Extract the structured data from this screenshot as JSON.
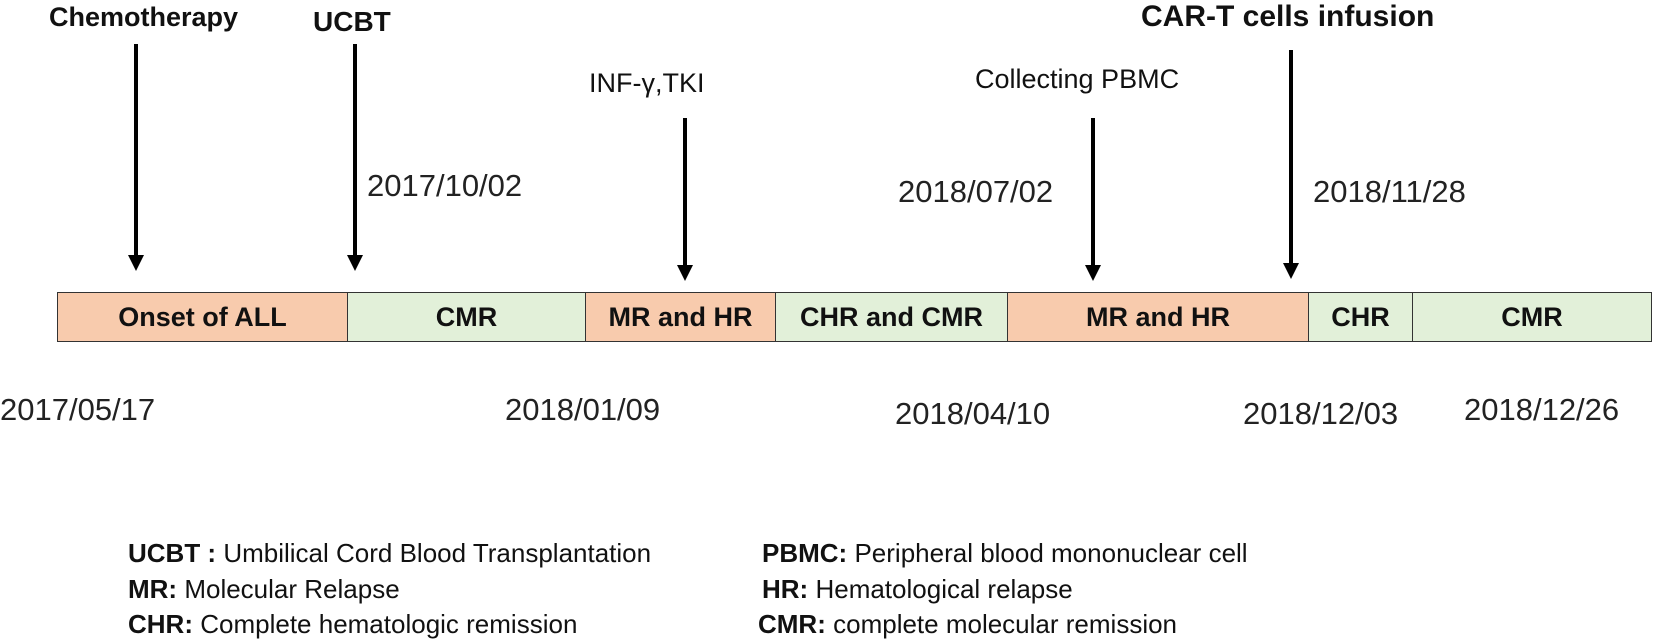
{
  "events": [
    {
      "id": "chemotherapy",
      "label": "Chemotherapy"
    },
    {
      "id": "ucbt",
      "label": "UCBT"
    },
    {
      "id": "inf-tki",
      "label": "INF-γ,TKI"
    },
    {
      "id": "collecting-pbmc",
      "label": "Collecting PBMC"
    },
    {
      "id": "car-t",
      "label": "CAR-T cells infusion"
    }
  ],
  "upper_dates": [
    "2017/10/02",
    "2018/07/02",
    "2018/11/28"
  ],
  "segments": [
    {
      "label": "Onset of ALL",
      "status": "relapse",
      "color": "#f8cbad"
    },
    {
      "label": "CMR",
      "status": "remission",
      "color": "#e2f0d9"
    },
    {
      "label": "MR and HR",
      "status": "relapse",
      "color": "#f8cbad"
    },
    {
      "label": "CHR and CMR",
      "status": "remission",
      "color": "#e2f0d9"
    },
    {
      "label": "MR and HR",
      "status": "relapse",
      "color": "#f8cbad"
    },
    {
      "label": "CHR",
      "status": "remission",
      "color": "#e2f0d9"
    },
    {
      "label": "CMR",
      "status": "remission",
      "color": "#e2f0d9"
    }
  ],
  "lower_dates": [
    "2017/05/17",
    "2018/01/09",
    "2018/04/10",
    "2018/12/03",
    "2018/12/26"
  ],
  "legend": [
    {
      "abbr": "UCBT :",
      "text": "Umbilical Cord Blood Transplantation"
    },
    {
      "abbr": "PBMC:",
      "text": "Peripheral blood mononuclear cell"
    },
    {
      "abbr": "MR:",
      "text": "Molecular Relapse"
    },
    {
      "abbr": "HR:",
      "text": "Hematological relapse"
    },
    {
      "abbr": "CHR:",
      "text": "Complete hematologic remission"
    },
    {
      "abbr": "CMR:",
      "text": "complete molecular remission"
    }
  ]
}
